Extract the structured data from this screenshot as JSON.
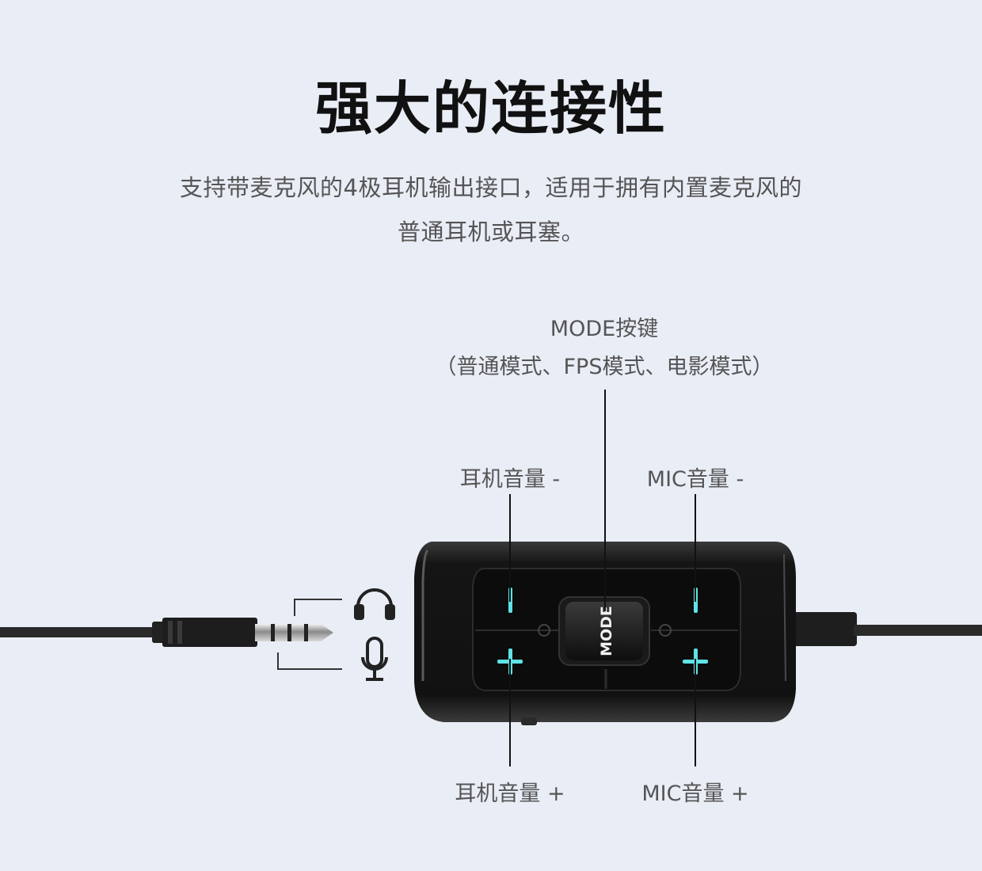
{
  "title": "强大的连接性",
  "subtitle": {
    "line1": "支持带麦克风的4极耳机输出接口，适用于拥有内置麦克风的",
    "line2": "普通耳机或耳塞。"
  },
  "labels": {
    "mode_title": "MODE按键",
    "mode_desc": "（普通模式、FPS模式、电影模式）",
    "headphone_vol_down": "耳机音量 -",
    "mic_vol_down": "MIC音量 -",
    "headphone_vol_up": "耳机音量 +",
    "mic_vol_up": "MIC音量 +"
  },
  "device": {
    "mode_button_text": "MODE"
  },
  "icons": [
    "headphones-icon",
    "microphone-icon"
  ],
  "colors": {
    "background": "#e9edf6",
    "accent": "#5fe3e6",
    "device_body": "#1b1b1b"
  }
}
